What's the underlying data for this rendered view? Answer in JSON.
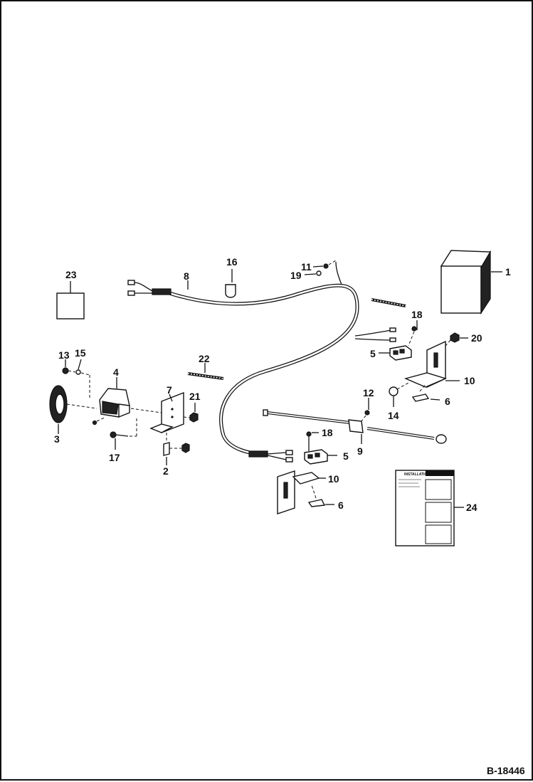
{
  "figure_ref": "B-18446",
  "callouts": {
    "c1": "1",
    "c2": "2",
    "c3": "3",
    "c4": "4",
    "c5a": "5",
    "c5b": "5",
    "c6a": "6",
    "c6b": "6",
    "c7": "7",
    "c8": "8",
    "c9": "9",
    "c10a": "10",
    "c10b": "10",
    "c11": "11",
    "c12": "12",
    "c13": "13",
    "c14": "14",
    "c15": "15",
    "c16": "16",
    "c17": "17",
    "c18a": "18",
    "c18b": "18",
    "c19": "19",
    "c20": "20",
    "c21": "21",
    "c22": "22",
    "c23": "23",
    "c24": "24"
  },
  "instruction_sheet_header": "INSTALLATION"
}
